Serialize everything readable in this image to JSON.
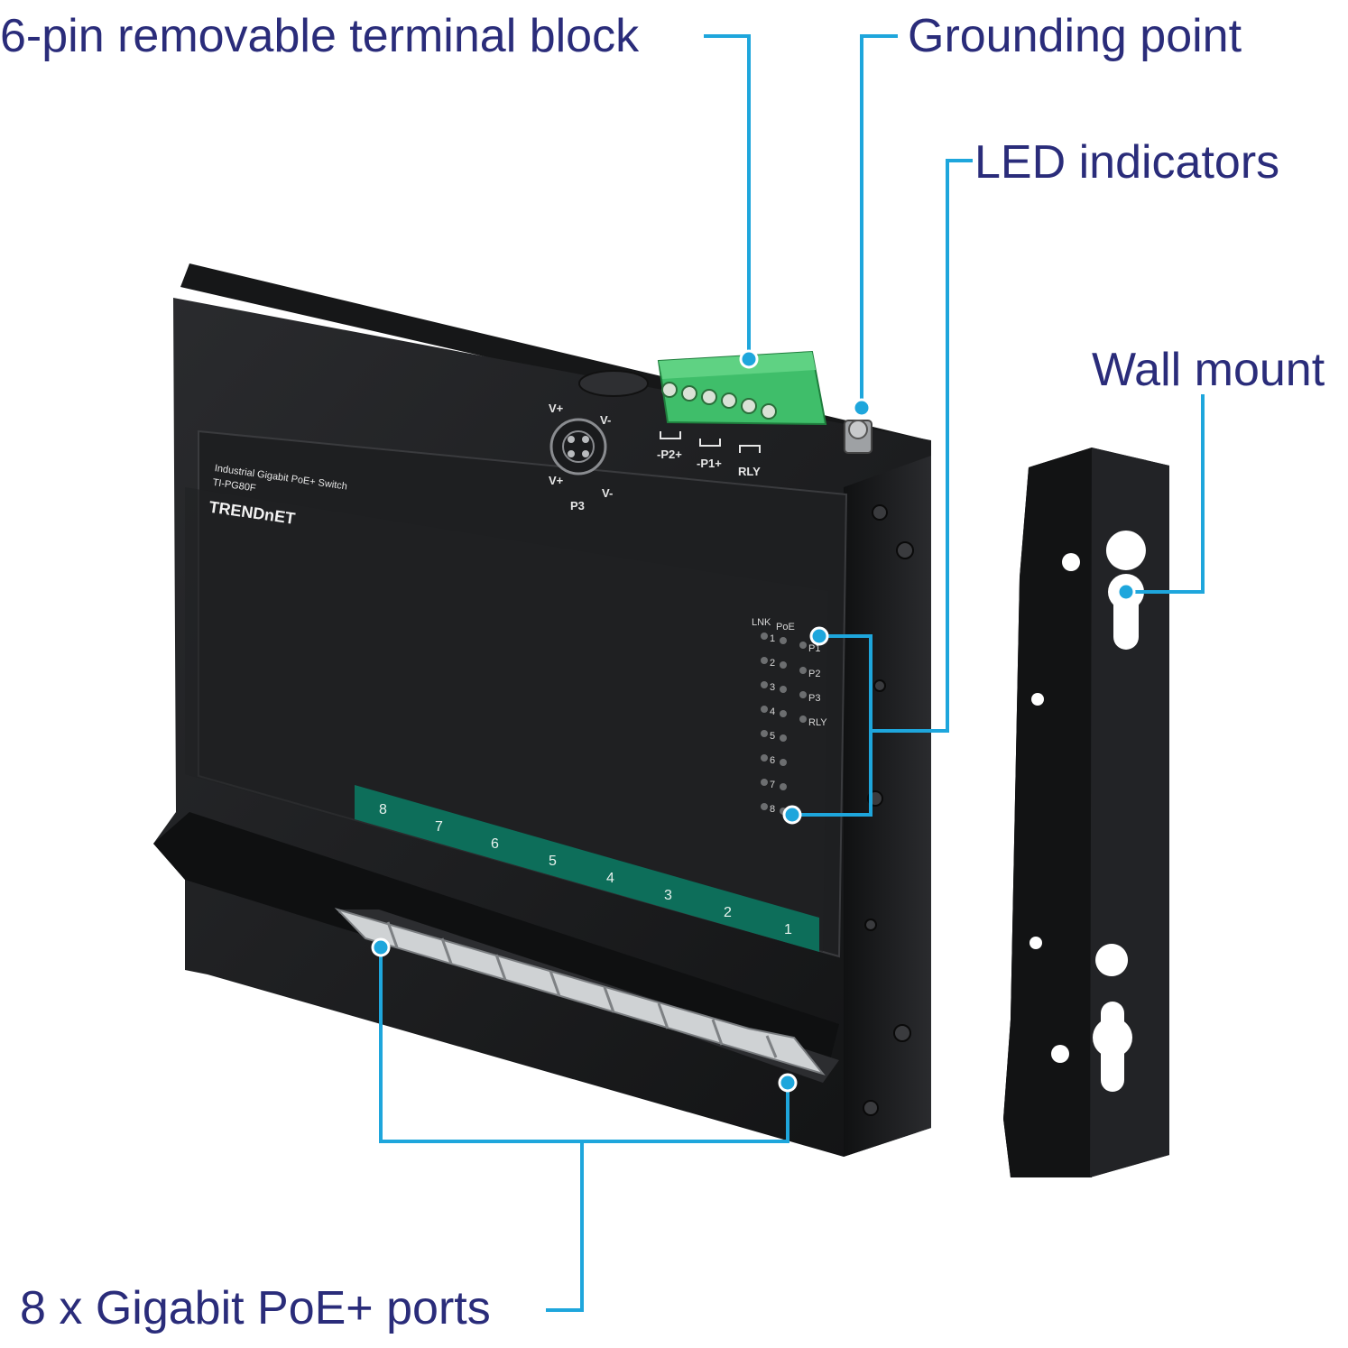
{
  "callouts": {
    "terminal_block": "6-pin removable terminal block",
    "grounding_point": "Grounding point",
    "led_indicators": "LED indicators",
    "wall_mount": "Wall mount",
    "ports": "8 x Gigabit PoE+ ports"
  },
  "device": {
    "product_line": "Industrial Gigabit PoE+ Switch",
    "model": "TI-PG80F",
    "brand": "TRENDnET",
    "power_port": {
      "v_plus_top": "V+",
      "v_minus_top": "V-",
      "v_plus_bottom": "V+",
      "v_minus_bottom": "V-",
      "name": "P3"
    },
    "terminal_labels": [
      "-P2+",
      "-P1+",
      "RLY"
    ],
    "led_headers": {
      "link": "LNK",
      "poe": "PoE"
    },
    "led_ports": [
      "1",
      "2",
      "3",
      "4",
      "5",
      "6",
      "7",
      "8"
    ],
    "status_leds": [
      "P1",
      "P2",
      "P3",
      "RLY"
    ],
    "port_numbers": [
      "8",
      "7",
      "6",
      "5",
      "4",
      "3",
      "2",
      "1"
    ]
  },
  "colors": {
    "callout_text": "#2a2c7a",
    "leader_line": "#1ea6dc",
    "device_body": "#1b1c1e",
    "port_strip": "#0d6e5a",
    "terminal_block": "#3fbe6a"
  }
}
